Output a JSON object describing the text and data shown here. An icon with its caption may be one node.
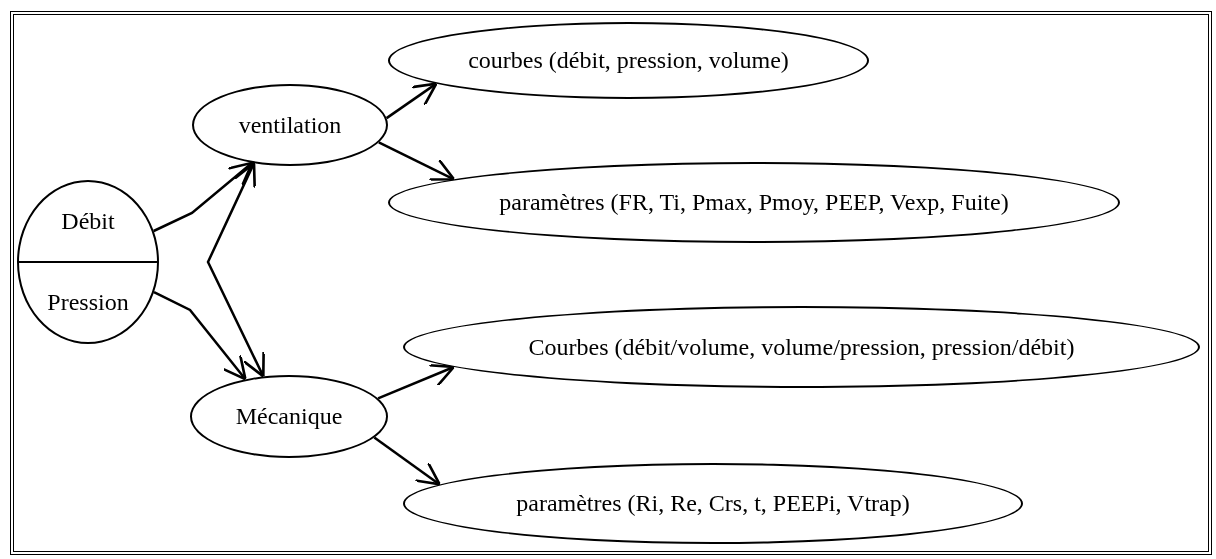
{
  "diagram": {
    "nodes": [
      {
        "text": [
          "Débit",
          "Pression"
        ]
      },
      {
        "text": [
          "ventilation"
        ]
      },
      {
        "text": [
          "courbes (débit, pression, volume)"
        ]
      },
      {
        "text": [
          "paramètres (FR, Ti, Pmax, Pmoy, PEEP, Vexp, Fuite)"
        ]
      },
      {
        "text": [
          "Mécanique"
        ]
      },
      {
        "text": [
          "Courbes (débit/volume, volume/pression, pression/débit)"
        ]
      },
      {
        "text": [
          "paramètres (Ri, Re, Crs, t, PEEPi, Vtrap)"
        ]
      }
    ],
    "edges": [
      {
        "from": 0,
        "to": 1,
        "arrow": "to"
      },
      {
        "from": 0,
        "to": 4,
        "arrow": "to"
      },
      {
        "from": 1,
        "to": 4,
        "arrow": "both"
      },
      {
        "from": 1,
        "to": 2,
        "arrow": "to"
      },
      {
        "from": 1,
        "to": 3,
        "arrow": "to"
      },
      {
        "from": 4,
        "to": 5,
        "arrow": "to"
      },
      {
        "from": 4,
        "to": 6,
        "arrow": "to"
      }
    ]
  }
}
